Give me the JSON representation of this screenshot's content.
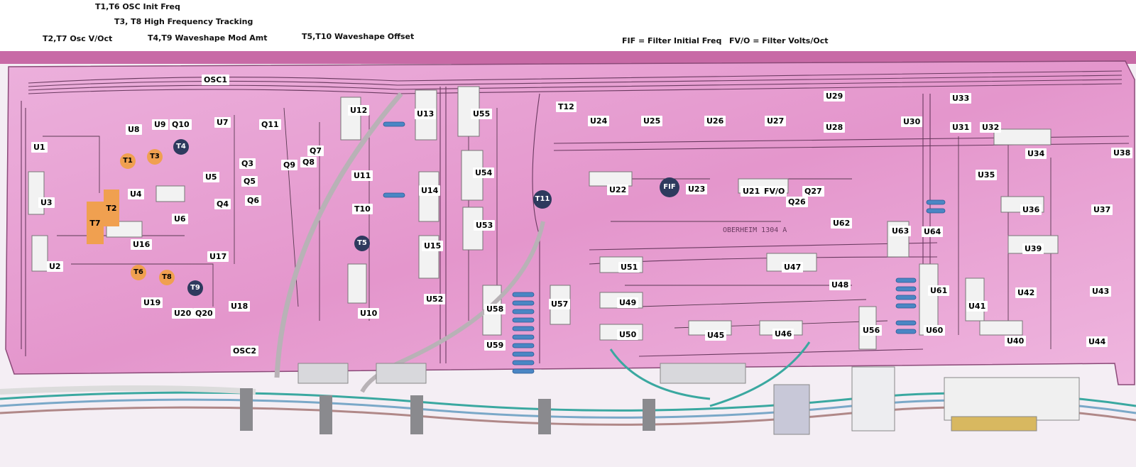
{
  "annotations": {
    "t1_t6": "T1,T6 OSC Init Freq",
    "t3_t8": "T3, T8 High Frequency Tracking",
    "t2_t7": "T2,T7 Osc V/Oct",
    "t4_t9": "T4,T9  Waveshape Mod Amt",
    "t5_t10": "T5,T10  Waveshape  Offset",
    "fif": "FIF = Filter Initial Freq",
    "fvo": "FV/O = Filter Volts/Oct"
  },
  "board": {
    "marking": "OBERHEIM   1304 A",
    "colors": {
      "pcb": "#e9a0d0",
      "trace": "#5a3a52",
      "orange_trim": "#f0a050",
      "navy_trim": "#2e3a5e"
    }
  },
  "labels": {
    "osc1": "OSC1",
    "osc2": "OSC2",
    "u1": "U1",
    "u2": "U2",
    "u3": "U3",
    "u4": "U4",
    "u5": "U5",
    "u6": "U6",
    "u7": "U7",
    "u8": "U8",
    "u9": "U9",
    "q10": "Q10",
    "q11": "Q11",
    "q3": "Q3",
    "q5": "Q5",
    "q4": "Q4",
    "q6": "Q6",
    "q7": "Q7",
    "q8": "Q8",
    "q9": "Q9",
    "u16": "U16",
    "u17": "U17",
    "u18": "U18",
    "u19": "U19",
    "u20": "U20",
    "q20": "Q20",
    "u10": "U10",
    "u11": "U11",
    "u12": "U12",
    "u13": "U13",
    "u14": "U14",
    "u15": "U15",
    "u52": "U52",
    "u53": "U53",
    "u54": "U54",
    "u55": "U55",
    "u57": "U57",
    "u58": "U58",
    "u59": "U59",
    "t12": "T12",
    "u24": "U24",
    "u25": "U25",
    "u26": "U26",
    "u27": "U27",
    "u28": "U28",
    "u29": "U29",
    "u30": "U30",
    "u31": "U31",
    "u32": "U32",
    "u33": "U33",
    "u34": "U34",
    "u35": "U35",
    "u36": "U36",
    "u37": "U37",
    "u38": "U38",
    "u39": "U39",
    "u40": "U40",
    "u41": "U41",
    "u42": "U42",
    "u43": "U43",
    "u44": "U44",
    "u22": "U22",
    "u23": "U23",
    "u21": "U21",
    "fvo": "FV/O",
    "q27": "Q27",
    "q26": "Q26",
    "u62": "U62",
    "u63": "U63",
    "u64": "U64",
    "u51": "U51",
    "u47": "U47",
    "u48": "U48",
    "u49": "U49",
    "u50": "U50",
    "u45": "U45",
    "u46": "U46",
    "u56": "U56",
    "u60": "U60",
    "u61": "U61"
  },
  "trimmers": {
    "t1": "T1",
    "t3": "T3",
    "t4": "T4",
    "t2": "T2",
    "t7": "T7",
    "t6": "T6",
    "t8": "T8",
    "t9": "T9",
    "t5": "T5",
    "t10": "T10",
    "t11": "T11",
    "fif": "FIF"
  }
}
